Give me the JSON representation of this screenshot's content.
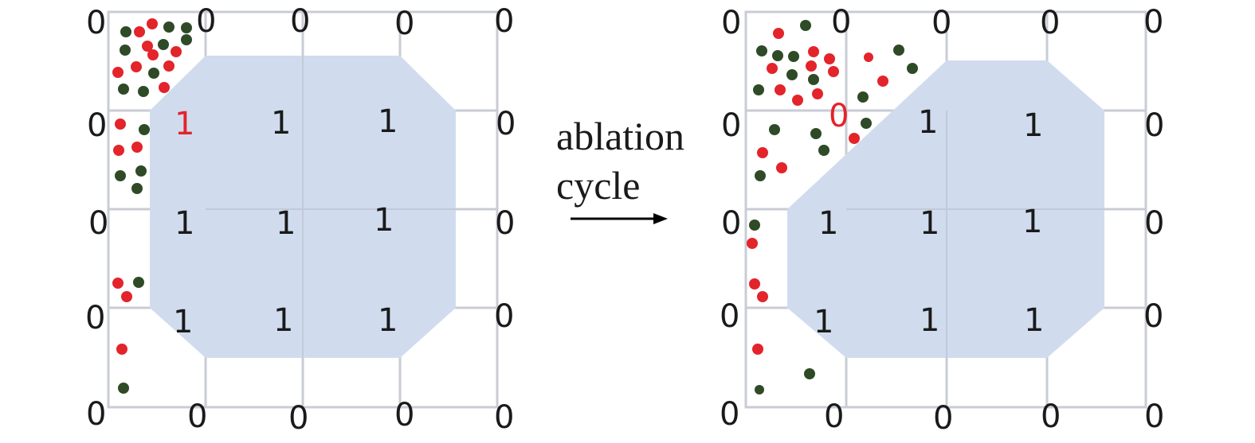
{
  "colors": {
    "grid": "#c9ccd6",
    "material": "#d0dcee",
    "value_text": "#1a1a1a",
    "changed_value": "#e3242b",
    "particle_red": "#e3242b",
    "particle_green": "#2f4a27"
  },
  "arrow": {
    "label_line1": "ablation",
    "label_line2": "cycle"
  },
  "left_panel": {
    "values": {
      "top_row": [
        "0",
        "0",
        "0",
        "0",
        "0"
      ],
      "row_1": [
        "0",
        "1",
        "1",
        "1",
        "0"
      ],
      "row_2": [
        "0",
        "1",
        "1",
        "1",
        "0"
      ],
      "row_3": [
        "0",
        "1",
        "1",
        "1",
        "0"
      ],
      "bottom_row": [
        "0",
        "0",
        "0",
        "0",
        "0"
      ]
    }
  },
  "right_panel": {
    "values": {
      "top_row": [
        "0",
        "0",
        "0",
        "0",
        "0"
      ],
      "row_1": [
        "0",
        "0",
        "1",
        "1",
        "0"
      ],
      "row_2": [
        "0",
        "1",
        "1",
        "1",
        "0"
      ],
      "row_3": [
        "0",
        "1",
        "1",
        "1",
        "0"
      ],
      "bottom_row": [
        "0",
        "0",
        "0",
        "0",
        "0"
      ]
    }
  }
}
